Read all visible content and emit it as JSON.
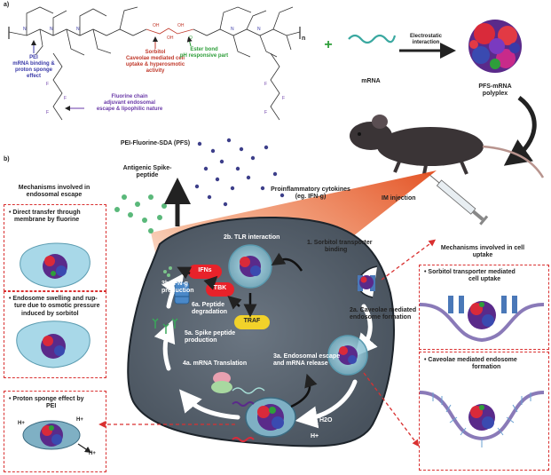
{
  "panel_a": {
    "label": "a)",
    "pei": "PEI",
    "pei_desc1": "mRNA binding &",
    "pei_desc2": "proton sponge",
    "pei_desc3": "effect",
    "sorbitol": "Sorbitol",
    "sorbitol_desc1": "Caveolae mediated cell",
    "sorbitol_desc2": "uptake & hyperosmotic",
    "sorbitol_desc3": "activity",
    "ester": "Ester bond",
    "ester_desc": "pH responsive part",
    "fluorine1": "Fluorine chain",
    "fluorine2": "adjuvant endosomal",
    "fluorine3": "escape & lipophilic nature",
    "polymer_name": "PEI-Fluorine-SDA (PFS)",
    "plus": "+",
    "mrna": "mRNA",
    "electrostatic1": "Electrostatic",
    "electrostatic2": "interaction",
    "polyplex1": "PFS-mRNA",
    "polyplex2": "polyplex",
    "subscript_n": "n",
    "colors": {
      "pei": "#3a3aa8",
      "sorbitol": "#c0392b",
      "ester": "#2e9e3a",
      "fluorine": "#6a3aa8"
    }
  },
  "panel_b": {
    "label": "b)",
    "antigenic1": "Antigenic Spike-",
    "antigenic2": "peptide",
    "cytokines1": "Proinflammatory cytokines",
    "cytokines2": "(eg. IFN-g)",
    "im_injection": "IM injection",
    "tlr": "2b. TLR interaction",
    "ifns": "IFNs",
    "tbk": "TBK",
    "traf": "TRAF",
    "ifn_prod1": "3b. IFN-g",
    "ifn_prod2": "production",
    "pep_deg1": "6a. Peptide",
    "pep_deg2": "degradation",
    "spike1": "5a. Spike peptide",
    "spike2": "production",
    "translation": "4a. mRNA Translation",
    "escape1": "3a. Endosomal escape",
    "escape2": "and mRNA release",
    "sorbitol_bind1": "1. Sorbitol transporter",
    "sorbitol_bind2": "binding",
    "caveolae1": "2a. Caveolae mediated",
    "caveolae2": "endosome formation",
    "h2o": "H2O",
    "hplus": "H+",
    "left_title1": "Mechanisms involved in",
    "left_title2": "endosomal escape",
    "left1_1": "• Direct transfer through",
    "left1_2": "membrane by fluorine",
    "left2_1": "• Endosome swelling and rup-",
    "left2_2": "ture due to osmotic pressure",
    "left2_3": "induced by sorbitol",
    "left3_1": "• Proton sponge effect by",
    "left3_2": "PEI",
    "right_title1": "Mechanisms involved in cell",
    "right_title2": "uptake",
    "right1_1": "• Sorbitol transporter mediated",
    "right1_2": "cell uptake",
    "right2_1": "• Caveolae mediated endosome",
    "right2_2": "formation",
    "colors": {
      "ifns": "#e8222a",
      "tbk": "#e8222a",
      "traf": "#f2d22a",
      "cell": "#5b6672",
      "endosome": "#8ec7d8"
    }
  }
}
